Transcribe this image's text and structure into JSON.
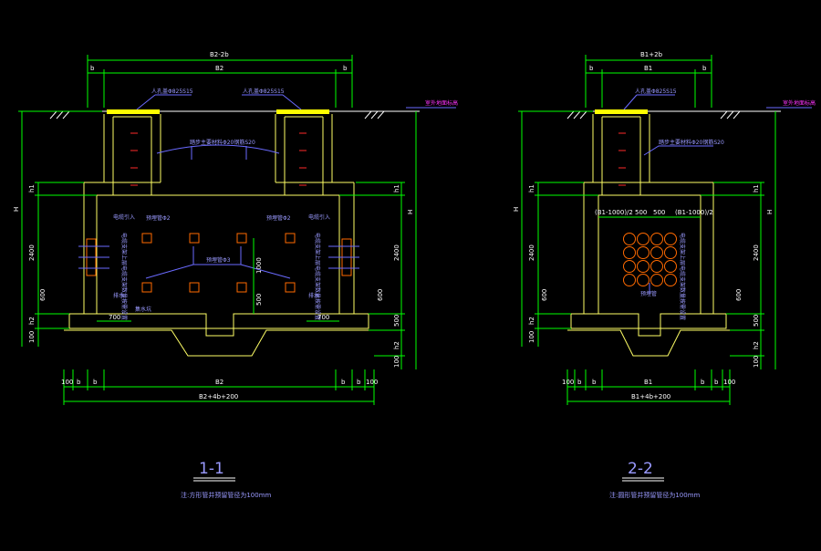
{
  "section_1": {
    "dims": {
      "b2_2b": "B2-2b",
      "b2": "B2",
      "b": "b",
      "h": "H",
      "h1": "h1",
      "h2": "h2",
      "d2400": "2400",
      "d600": "600",
      "d100": "100",
      "d500": "500",
      "d700": "700",
      "d1000": "1000",
      "bottom_total": "B2+4b+200"
    },
    "notes": {
      "manhole_left": "人孔盖Φ825S15",
      "manhole_right": "人孔盖Φ825S15",
      "ladder": "踏步主要材料Φ20钢筋S20",
      "ground": "室外地面标高",
      "cable_left": "电缆引入",
      "cable_right": "电缆引入",
      "pipe_left": "预埋管Φ2",
      "pipe_right": "预埋管Φ2",
      "pipe_center": "预埋管Φ3",
      "sump": "集水坑",
      "drain_left": "排水",
      "drain_right": "排水",
      "bracket_left": "电缆支架上层电缆支架数量按需设置",
      "bracket_right": "电缆支架上层电缆支架数量按需设置"
    },
    "title": "1-1",
    "subtitle": "注:方形管井预留管径为100mm"
  },
  "section_2": {
    "dims": {
      "b1_2b": "B1+2b",
      "b1": "B1",
      "b": "b",
      "h": "H",
      "h1": "h1",
      "h2": "h2",
      "d2400": "2400",
      "d600": "600",
      "d100": "100",
      "d500": "500",
      "left_half": "(B1-1000)/2",
      "right_half": "(B1-1000)/2",
      "bottom_total": "B1+4b+200"
    },
    "notes": {
      "manhole": "人孔盖Φ825S15",
      "ladder": "踏步主要材料Φ20钢筋S20",
      "ground": "室外地面标高",
      "cable": "电缆支架上层电缆支架数量按需设置",
      "pipe_array": "预埋管"
    },
    "title": "2-2",
    "subtitle": "注:圆形管井预留管径为100mm"
  },
  "colors": {
    "background": "#000000",
    "dimension": "#00ff00",
    "wall": "#ffff66",
    "annotation": "#9a9aff",
    "pipe": "#ff6a00",
    "rung": "#ff2a2a"
  }
}
